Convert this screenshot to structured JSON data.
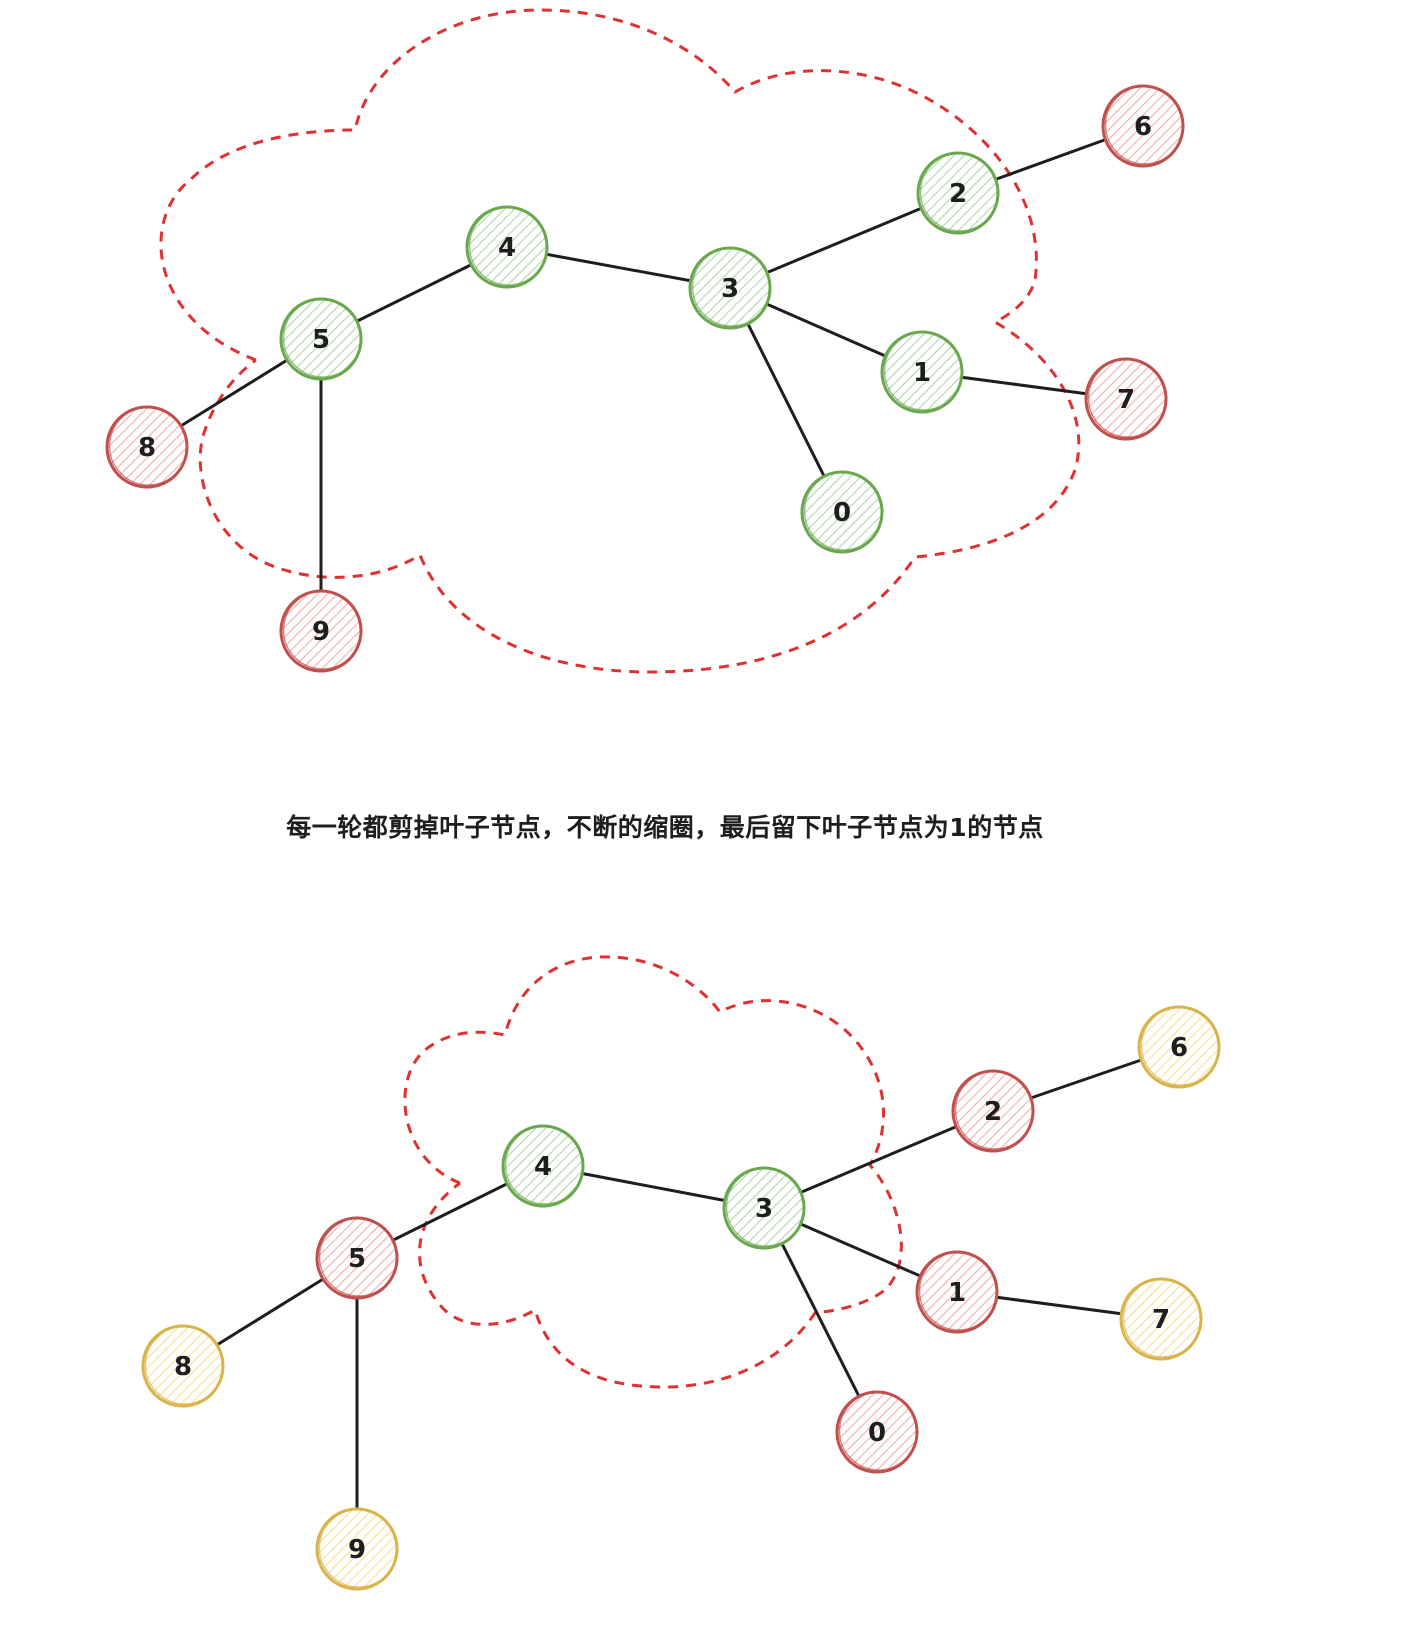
{
  "caption": "每一轮都剪掉叶子节点，不断的缩圈，最后留下叶子节点为1的节点",
  "colors": {
    "green_stroke": "#6aa84f",
    "green_fill": "#b6dbb0",
    "red_stroke": "#c0504d",
    "red_fill": "#f4b4b4",
    "yellow_stroke": "#d9b44a",
    "yellow_fill": "#f7e3a1",
    "cloud": "#e03131",
    "edge": "#1e1e1e"
  },
  "diagrams": [
    {
      "nodes": [
        {
          "id": "0",
          "color": "green"
        },
        {
          "id": "1",
          "color": "green"
        },
        {
          "id": "2",
          "color": "green"
        },
        {
          "id": "3",
          "color": "green"
        },
        {
          "id": "4",
          "color": "green"
        },
        {
          "id": "5",
          "color": "green"
        },
        {
          "id": "6",
          "color": "red"
        },
        {
          "id": "7",
          "color": "red"
        },
        {
          "id": "8",
          "color": "red"
        },
        {
          "id": "9",
          "color": "red"
        }
      ],
      "edges": [
        [
          "5",
          "4"
        ],
        [
          "4",
          "3"
        ],
        [
          "3",
          "2"
        ],
        [
          "2",
          "6"
        ],
        [
          "3",
          "1"
        ],
        [
          "1",
          "7"
        ],
        [
          "3",
          "0"
        ],
        [
          "5",
          "8"
        ],
        [
          "5",
          "9"
        ]
      ]
    },
    {
      "nodes": [
        {
          "id": "0",
          "color": "red"
        },
        {
          "id": "1",
          "color": "red"
        },
        {
          "id": "2",
          "color": "red"
        },
        {
          "id": "3",
          "color": "green"
        },
        {
          "id": "4",
          "color": "green"
        },
        {
          "id": "5",
          "color": "red"
        },
        {
          "id": "6",
          "color": "yellow"
        },
        {
          "id": "7",
          "color": "yellow"
        },
        {
          "id": "8",
          "color": "yellow"
        },
        {
          "id": "9",
          "color": "yellow"
        }
      ],
      "edges": [
        [
          "5",
          "4"
        ],
        [
          "4",
          "3"
        ],
        [
          "3",
          "2"
        ],
        [
          "2",
          "6"
        ],
        [
          "3",
          "1"
        ],
        [
          "1",
          "7"
        ],
        [
          "3",
          "0"
        ],
        [
          "5",
          "8"
        ],
        [
          "5",
          "9"
        ]
      ]
    }
  ]
}
